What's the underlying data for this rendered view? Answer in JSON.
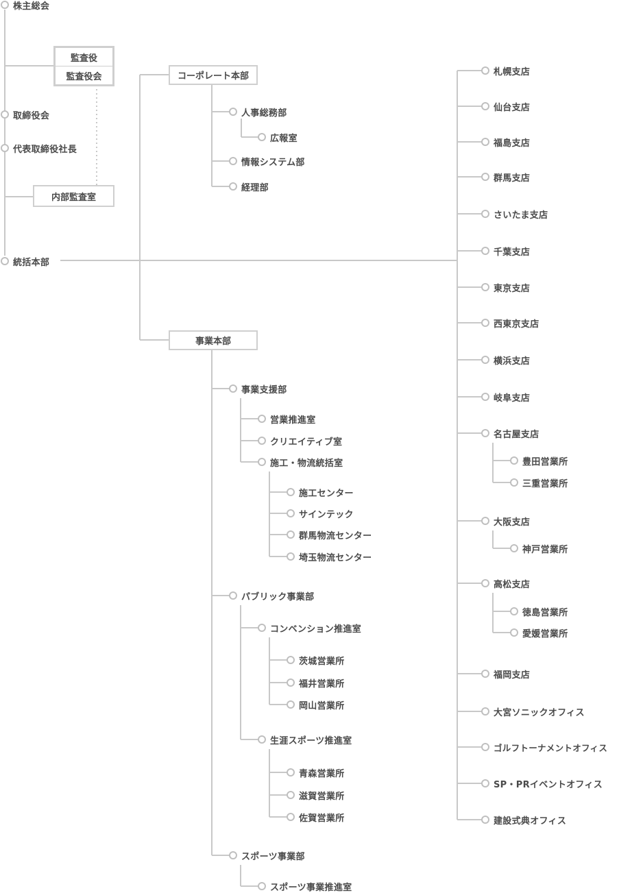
{
  "left": {
    "kabunushi": "株主総会",
    "kansayaku": "監査役",
    "kansayakukai": "監査役会",
    "torishimariyakukai": "取締役会",
    "daihyo": "代表取締役社長",
    "naibu_kansa": "内部監査室",
    "tokatsu": "統括本部"
  },
  "corporate": {
    "title": "コーポレート本部",
    "jinji": "人事総務部",
    "koho": "広報室",
    "joho": "情報システム部",
    "keiri": "経理部"
  },
  "jigyo": {
    "title": "事業本部",
    "shien": "事業支援部",
    "eigyo_suishin": "営業推進室",
    "creative": "クリエイティブ室",
    "seko_butsuryu": "施工・物流統括室",
    "seko_center": "施工センター",
    "signtech": "サインテック",
    "gunma_center": "群馬物流センター",
    "saitama_center": "埼玉物流センター",
    "public": "パブリック事業部",
    "convention": "コンベンション推進室",
    "ibaraki": "茨城営業所",
    "fukui": "福井営業所",
    "okayama": "岡山営業所",
    "shogai": "生涯スポーツ推進室",
    "aomori": "青森営業所",
    "shiga": "滋賀営業所",
    "saga": "佐賀営業所",
    "sports": "スポーツ事業部",
    "sports_suishin": "スポーツ事業推進室"
  },
  "branches": {
    "sapporo": "札幌支店",
    "sendai": "仙台支店",
    "fukushima": "福島支店",
    "gunma": "群馬支店",
    "saitama": "さいたま支店",
    "chiba": "千葉支店",
    "tokyo": "東京支店",
    "nishitokyo": "西東京支店",
    "yokohama": "横浜支店",
    "gifu": "岐阜支店",
    "nagoya": "名古屋支店",
    "toyota": "豊田営業所",
    "mie": "三重営業所",
    "osaka": "大阪支店",
    "kobe": "神戸営業所",
    "takamatsu": "高松支店",
    "tokushima": "徳島営業所",
    "ehime": "愛媛営業所",
    "fukuoka": "福岡支店",
    "omiya": "大宮ソニックオフィス",
    "golf": "ゴルフトーナメントオフィス",
    "sppr": "SP・PRイベントオフィス",
    "kensetsu": "建設式典オフィス"
  }
}
